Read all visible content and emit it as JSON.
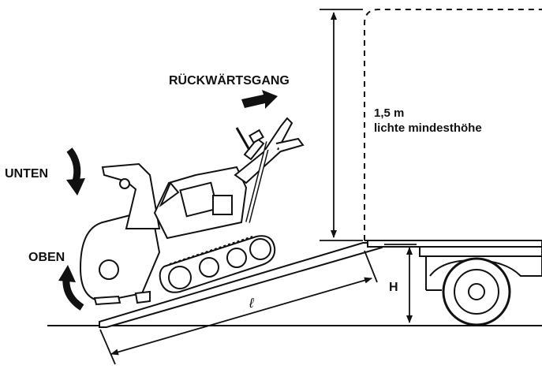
{
  "labels": {
    "reverse_gear": "RÜCKWÄRTSGANG",
    "down": "UNTEN",
    "up": "OBEN",
    "clearance_value": "1,5 m",
    "clearance_text": "lichte mindesthöhe",
    "height_symbol": "H",
    "length_symbol": "ℓ"
  },
  "colors": {
    "ink": "#111111",
    "paper": "#ffffff"
  },
  "icons": [
    "arrow-right-icon",
    "curved-arrow-down-icon",
    "curved-arrow-up-icon"
  ]
}
